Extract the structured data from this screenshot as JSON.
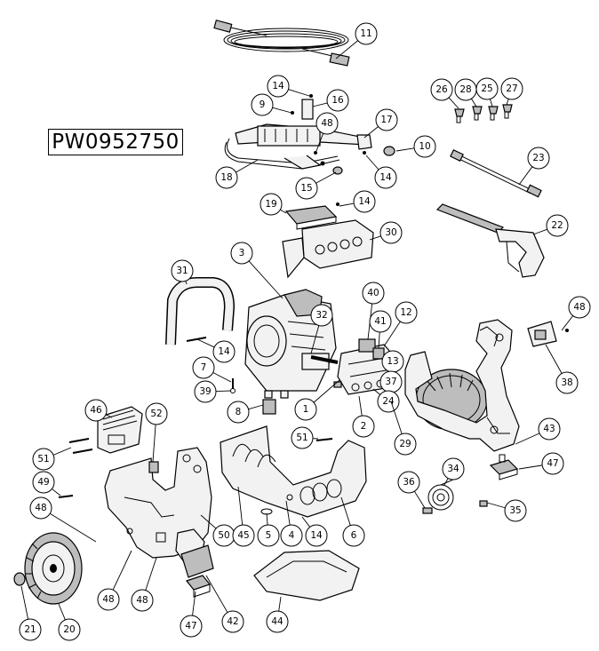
{
  "model_number": "PW0952750",
  "callouts": [
    "11",
    "14",
    "9",
    "16",
    "48",
    "17",
    "10",
    "18",
    "15",
    "14",
    "26",
    "28",
    "25",
    "27",
    "23",
    "19",
    "14",
    "30",
    "22",
    "31",
    "3",
    "40",
    "32",
    "41",
    "12",
    "14",
    "7",
    "39",
    "13",
    "37",
    "24",
    "1",
    "2",
    "29",
    "8",
    "48",
    "38",
    "46",
    "52",
    "51",
    "43",
    "51",
    "47",
    "49",
    "36",
    "34",
    "35",
    "48",
    "50",
    "45",
    "5",
    "4",
    "14",
    "6",
    "48",
    "48",
    "21",
    "20",
    "47",
    "42",
    "44"
  ]
}
